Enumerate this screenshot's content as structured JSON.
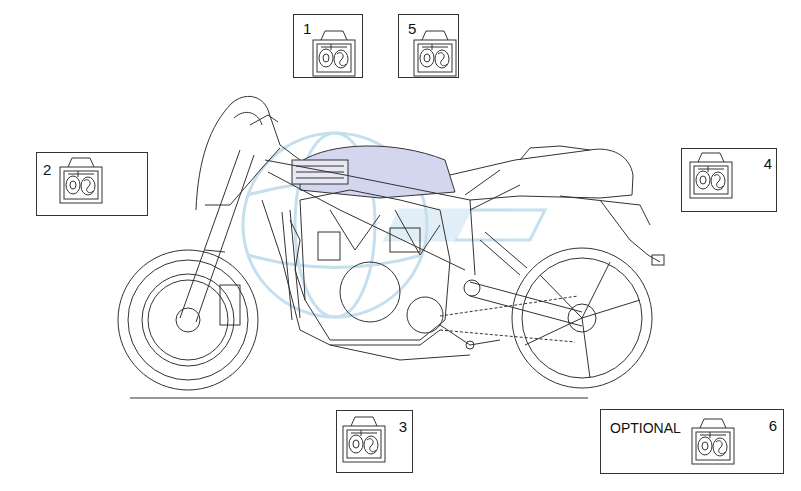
{
  "diagram": {
    "nodes": [
      {
        "text": [
          "1"
        ]
      },
      {
        "text": [
          "5"
        ]
      },
      {
        "text": [
          "2"
        ]
      },
      {
        "text": [
          "4"
        ]
      },
      {
        "text": [
          "3"
        ]
      },
      {
        "text": [
          "OPTIONAL",
          "6"
        ]
      }
    ]
  }
}
